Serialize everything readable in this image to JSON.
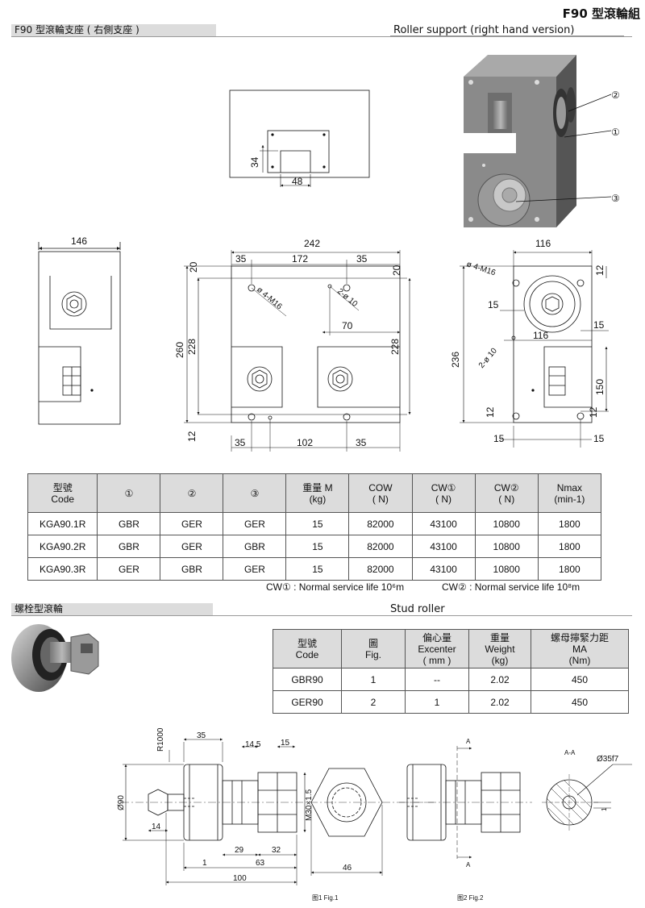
{
  "header": {
    "title": "F90 型滾輪組",
    "section1_cn": "F90 型滾輪支座 ( 右側支座 )",
    "section1_en": "Roller support (right hand version)",
    "section2_cn": "螺栓型滾輪",
    "section2_en": "Stud roller"
  },
  "callouts": [
    "②",
    "①",
    "③"
  ],
  "drawing_top": {
    "dim_34": "34",
    "dim_48": "48"
  },
  "drawing_side": {
    "dim_146": "146"
  },
  "drawing_front": {
    "d242": "242",
    "d35a": "35",
    "d172": "172",
    "d35b": "35",
    "d20a": "20",
    "d20b": "20",
    "hole1": "ø 4-M16",
    "hole2": "2-ø 10",
    "d70": "70",
    "d260": "260",
    "d228a": "228",
    "d228b": "228",
    "d12": "12",
    "d35c": "35",
    "d102": "102",
    "d35d": "35"
  },
  "drawing_right": {
    "d116a": "116",
    "hole1": "ø 4-M16",
    "d12a": "12",
    "d15a": "15",
    "d116b": "116",
    "d15b": "15",
    "hole2": "2-ø 10",
    "d236": "236",
    "d150": "150",
    "d12b": "12",
    "d12c": "12",
    "d15c": "15",
    "d15d": "15"
  },
  "table1": {
    "headers": [
      "型號\nCode",
      "①",
      "②",
      "③",
      "重量 M\n(kg)",
      "COW\n( N)",
      "CW①\n( N)",
      "CW②\n( N)",
      "Nmax\n(min-1)"
    ],
    "rows": [
      [
        "KGA90.1R",
        "GBR",
        "GER",
        "GER",
        "15",
        "82000",
        "43100",
        "10800",
        "1800"
      ],
      [
        "KGA90.2R",
        "GBR",
        "GER",
        "GBR",
        "15",
        "82000",
        "43100",
        "10800",
        "1800"
      ],
      [
        "KGA90.3R",
        "GER",
        "GBR",
        "GER",
        "15",
        "82000",
        "43100",
        "10800",
        "1800"
      ]
    ],
    "note1": "CW① : Normal service life 10⁶m",
    "note2": "CW② : Normal service life 10⁸m"
  },
  "table2": {
    "headers": [
      "型號\nCode",
      "圖\nFig.",
      "偏心量\nExcenter\n( mm )",
      "重量\nWeight\n(kg)",
      "螺母擰緊力距\nMA\n(Nm)"
    ],
    "rows": [
      [
        "GBR90",
        "1",
        "--",
        "2.02",
        "450"
      ],
      [
        "GER90",
        "2",
        "1",
        "2.02",
        "450"
      ]
    ]
  },
  "drawing_fig1": {
    "r1000": "R1000",
    "d35": "35",
    "d14_5": "14.5",
    "d15": "15",
    "d90": "Ø90",
    "d14": "14",
    "m30": "M30×1.5",
    "d29": "29",
    "d32": "32",
    "d1": "1",
    "d63": "63",
    "d100": "100",
    "d46": "46",
    "caption": "图1 Fig.1"
  },
  "drawing_fig2": {
    "a_top": "A",
    "a_bottom": "A",
    "section": "A-A",
    "d35f7": "Ø35f7",
    "d1": "1",
    "caption": "图2 Fig.2"
  }
}
